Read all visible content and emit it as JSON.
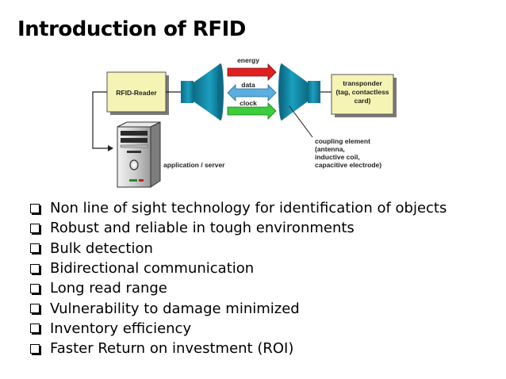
{
  "slide": {
    "title": "Introduction of RFID"
  },
  "diagram": {
    "reader_label": "RFID-Reader",
    "transponder_label": [
      "transponder",
      "(tag, contactless",
      "card)"
    ],
    "energy_label": "energy",
    "data_label": "data",
    "clock_label": "clock",
    "server_label": "application / server",
    "coupling_label": [
      "coupling element",
      "(antenna,",
      "inductive coil,",
      "capacitive electrode)"
    ],
    "colors": {
      "box_fill": "#f6f4b4",
      "antenna": "#1a8aa5",
      "energy": "#e02020",
      "data": "#5aaee0",
      "clock": "#3ccc3c"
    }
  },
  "bullets": [
    "Non line of sight technology for identification of objects",
    "Robust and reliable in tough environments",
    "Bulk detection",
    "Bidirectional communication",
    "Long read range",
    "Vulnerability to damage minimized",
    "Inventory efficiency",
    "Faster Return on investment (ROI)"
  ]
}
